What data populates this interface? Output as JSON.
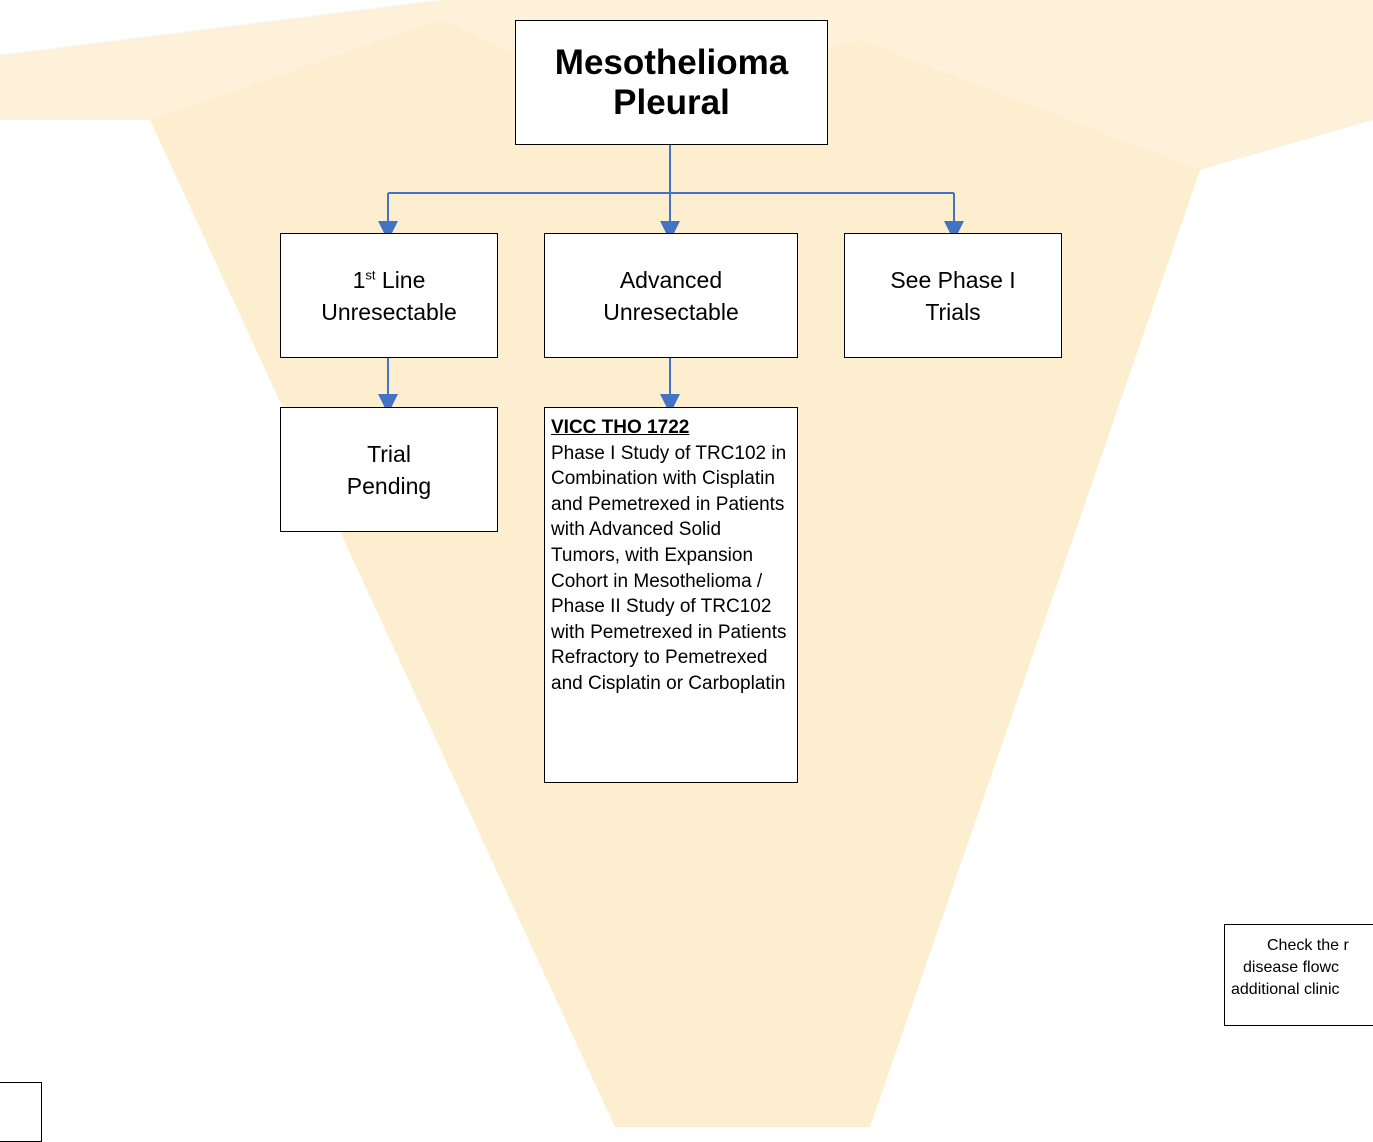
{
  "title": {
    "line1": "Mesothelioma",
    "line2": "Pleural"
  },
  "branches": {
    "first_line": {
      "prefix": "1",
      "superscript": "st",
      "suffix": " Line",
      "line2": "Unresectable"
    },
    "advanced": {
      "line1": "Advanced",
      "line2": "Unresectable"
    },
    "phase1": {
      "line1": "See Phase I",
      "line2": "Trials"
    }
  },
  "outcomes": {
    "first_line": {
      "line1": "Trial",
      "line2": "Pending"
    },
    "advanced": {
      "trial_id": "VICC THO 1722",
      "description": "Phase I Study of TRC102 in Combination with Cisplatin and Pemetrexed in Patients with Advanced Solid Tumors, with Expansion Cohort in Mesothelioma / Phase II Study of TRC102 with Pemetrexed in Patients Refractory to Pemetrexed and Cisplatin or Carboplatin"
    }
  },
  "note": {
    "line1": "Check the r",
    "line2": "disease flowc",
    "line3": "additional clinic"
  },
  "colors": {
    "connector": "#4472C4",
    "watermark": "#FDF1DA",
    "border": "#000000"
  }
}
